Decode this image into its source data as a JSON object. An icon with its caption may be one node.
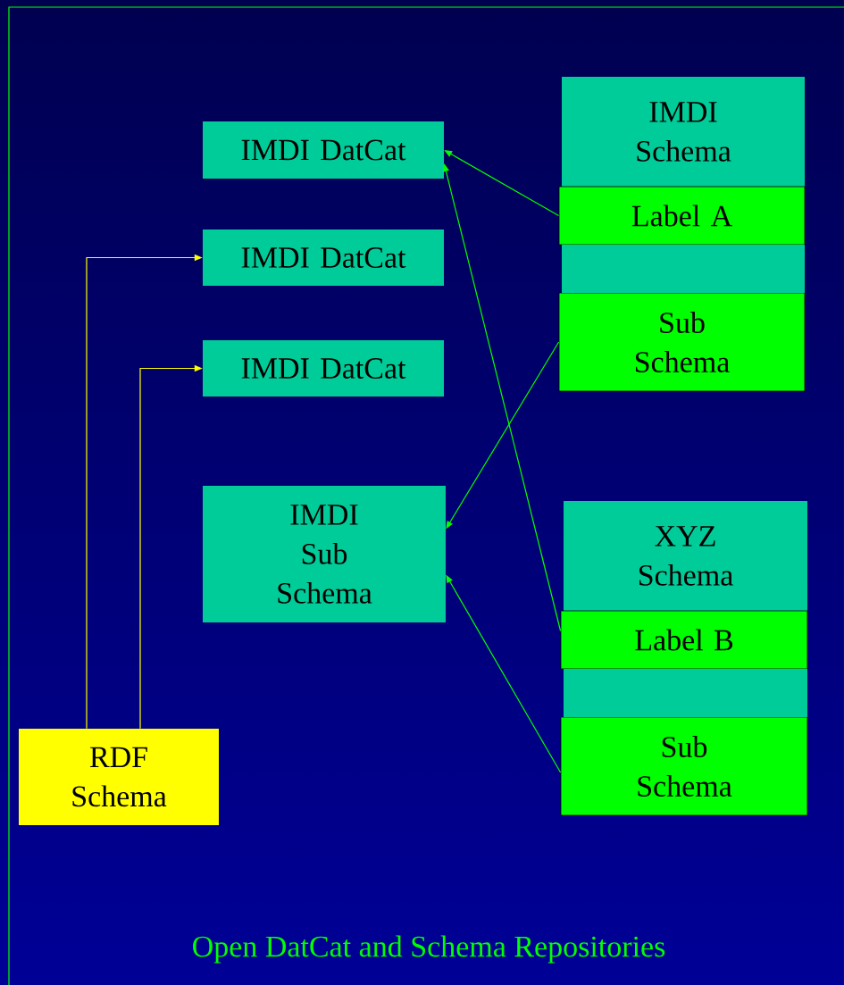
{
  "diagram": {
    "caption": "Open DatCat and Schema Repositories",
    "nodes": [
      {
        "text": [
          "IMDI DatCat"
        ]
      },
      {
        "text": [
          "IMDI DatCat"
        ]
      },
      {
        "text": [
          "IMDI DatCat"
        ]
      },
      {
        "text": [
          "IMDI Sub Schema"
        ]
      },
      {
        "text": [
          "IMDI Schema"
        ]
      },
      {
        "text": [
          "Label A"
        ]
      },
      {
        "text": [
          "Sub Schema"
        ]
      },
      {
        "text": [
          "XYZ Schema"
        ]
      },
      {
        "text": [
          "Label B"
        ]
      },
      {
        "text": [
          "Sub Schema"
        ]
      },
      {
        "text": [
          "RDF Schema"
        ]
      },
      {
        "text": [],
        "shape": "box"
      },
      {
        "text": [],
        "shape": "box"
      }
    ],
    "edges": [
      {
        "from": 5,
        "to": 0,
        "arrow": "to"
      },
      {
        "from": 8,
        "to": 0,
        "arrow": "to"
      },
      {
        "from": 6,
        "to": 3,
        "arrow": "to"
      },
      {
        "from": 9,
        "to": 3,
        "arrow": "to"
      },
      {
        "from": 10,
        "to": 1,
        "arrow": "to",
        "color": "#ffff00"
      },
      {
        "from": 10,
        "to": 2,
        "arrow": "to",
        "color": "#ffff00"
      }
    ]
  }
}
